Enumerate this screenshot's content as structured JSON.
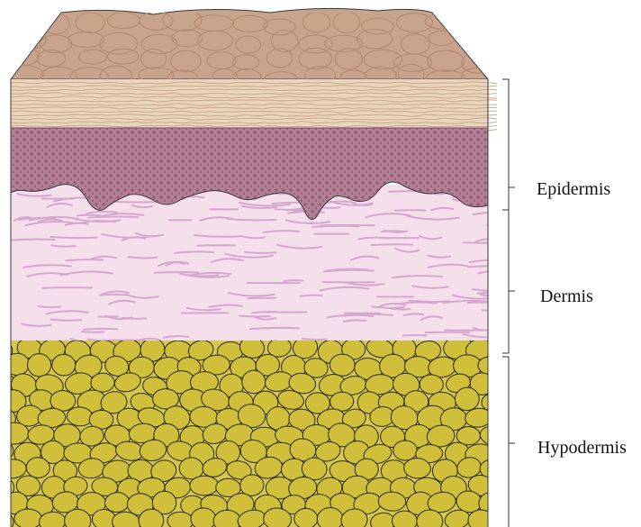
{
  "labels": {
    "epidermis": "Epidermis",
    "dermis": "Dermis",
    "hypodermis": "Hypodermis"
  },
  "colors": {
    "surface_top": "#c8a48c",
    "stratum_corneum": "#e9d4bc",
    "basal_layer": "#b27f95",
    "dermis": "#f4dfea",
    "dermis_fibers": "#d7a8cf",
    "hypodermis_bg": "#d6c74f",
    "fat_cells": "#cfbf3a"
  }
}
